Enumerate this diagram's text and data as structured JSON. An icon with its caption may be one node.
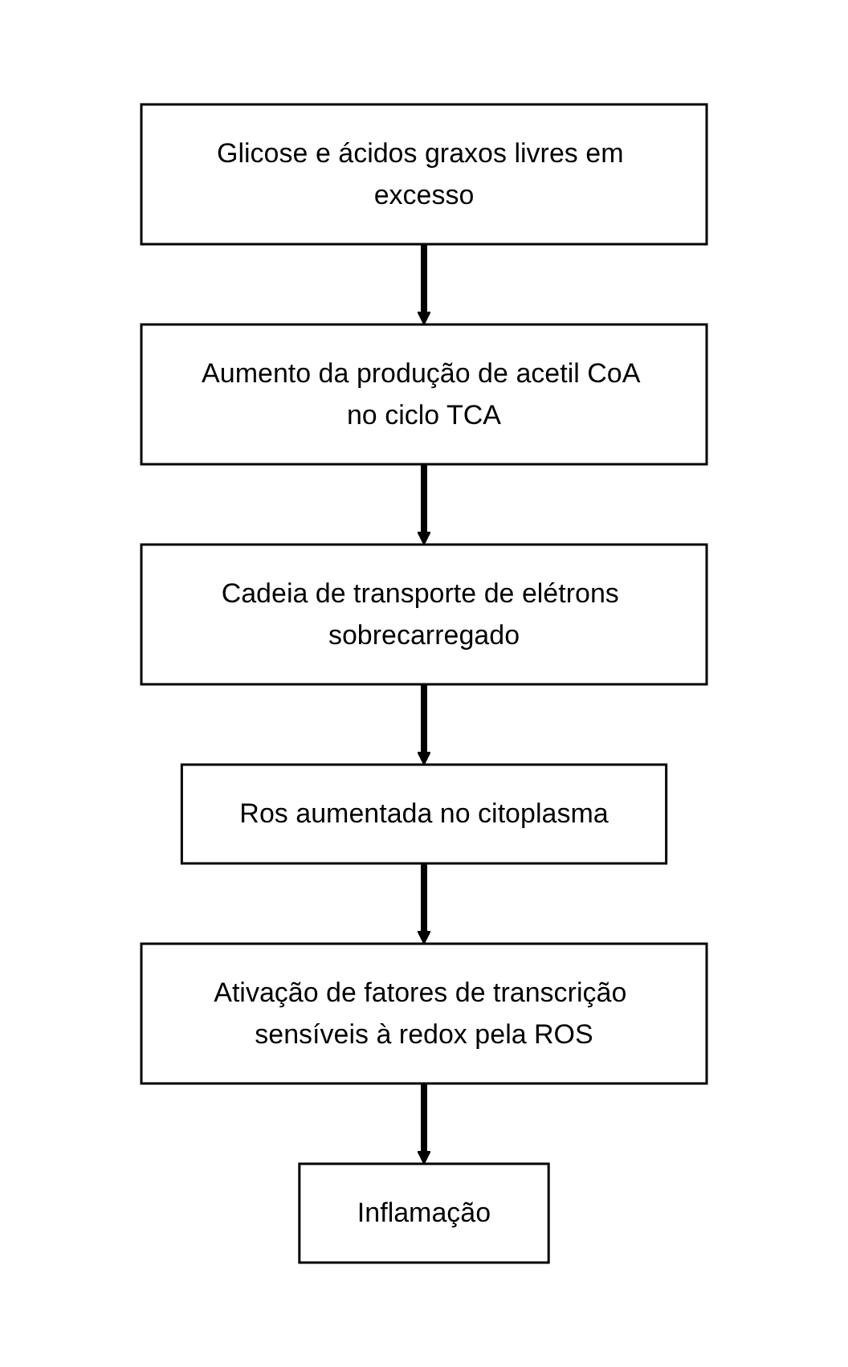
{
  "diagram": {
    "nodes": [
      {
        "text": [
          "Glicose e ácidos graxos livres em excesso"
        ]
      },
      {
        "text": [
          "Aumento da produção de acetil CoA no ciclo TCA"
        ]
      },
      {
        "text": [
          "Cadeia de transporte de elétrons sobrecarregado"
        ]
      },
      {
        "text": [
          "Ros aumentada no citoplasma"
        ]
      },
      {
        "text": [
          "Ativação de fatores de transcrição sensíveis à redox pela ROS"
        ]
      },
      {
        "text": [
          "Inflamação"
        ]
      }
    ],
    "edges": [
      {
        "from": 0,
        "to": 1,
        "arrow": "to"
      },
      {
        "from": 1,
        "to": 2,
        "arrow": "to"
      },
      {
        "from": 2,
        "to": 3,
        "arrow": "to"
      },
      {
        "from": 3,
        "to": 4,
        "arrow": "to"
      },
      {
        "from": 4,
        "to": 5,
        "arrow": "to"
      }
    ]
  }
}
